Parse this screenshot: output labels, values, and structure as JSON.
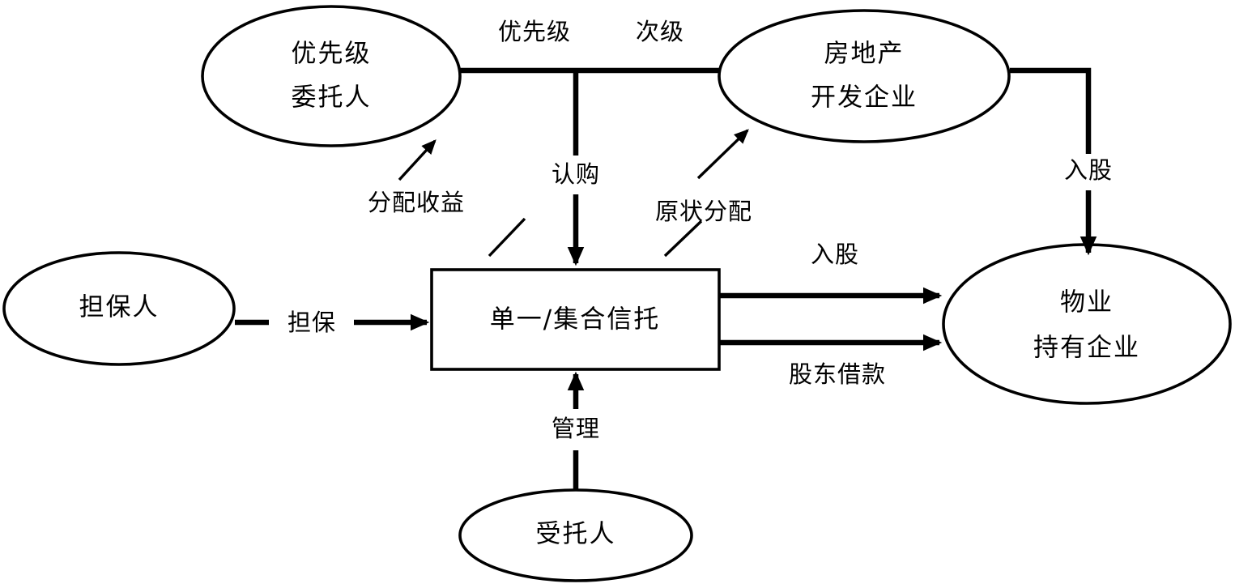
{
  "diagram": {
    "type": "flow-diagram",
    "language": "zh-CN",
    "background_color": "#ffffff",
    "stroke_color": "#000000",
    "nodes": [
      {
        "id": "senior-trustor",
        "shape": "ellipse",
        "line1": "优先级",
        "line2": "委托人"
      },
      {
        "id": "developer",
        "shape": "ellipse",
        "line1": "房地产",
        "line2": "开发企业"
      },
      {
        "id": "guarantor",
        "shape": "ellipse",
        "line1": "担保人",
        "line2": ""
      },
      {
        "id": "trust",
        "shape": "rectangle",
        "line1": "单一/集合信托",
        "line2": ""
      },
      {
        "id": "property-holder",
        "shape": "ellipse",
        "line1": "物业",
        "line2": "持有企业"
      },
      {
        "id": "trustee",
        "shape": "ellipse",
        "line1": "受托人",
        "line2": ""
      }
    ],
    "edge_labels": [
      {
        "id": "senior-tranche",
        "text": "优先级"
      },
      {
        "id": "subordinate-tranche",
        "text": "次级"
      },
      {
        "id": "distribute-income",
        "text": "分配收益"
      },
      {
        "id": "subscription",
        "text": "认购"
      },
      {
        "id": "in-kind-distribution",
        "text": "原状分配"
      },
      {
        "id": "equity-right",
        "text": "入股"
      },
      {
        "id": "guarantee",
        "text": "担保"
      },
      {
        "id": "equity-center",
        "text": "入股"
      },
      {
        "id": "shareholder-loan",
        "text": "股东借款"
      },
      {
        "id": "management",
        "text": "管理"
      }
    ]
  }
}
